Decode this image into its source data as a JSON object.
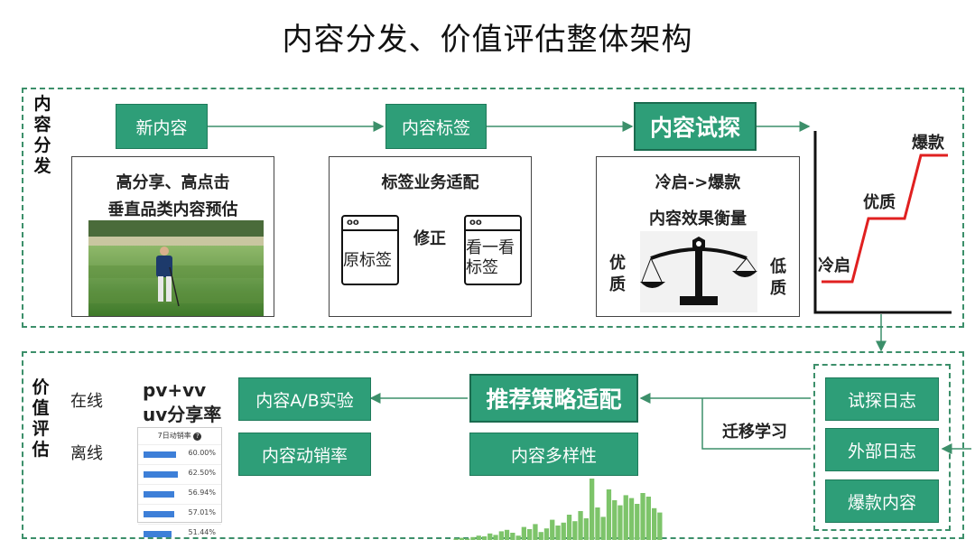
{
  "title": "内容分发、价值评估整体架构",
  "top_section": {
    "side_label": [
      "内",
      "容",
      "分",
      "发"
    ],
    "new_content": "新内容",
    "content_tag": "内容标签",
    "content_probe": "内容试探",
    "panel1": {
      "line1": "高分享、高点击",
      "line2": "垂直品类内容预估"
    },
    "panel2": {
      "title": "标签业务适配",
      "fix_label": "修正",
      "tag_left_header": "oo",
      "tag_left_text": "原标签",
      "tag_right_header": "oo",
      "tag_right_text": "看一看标签"
    },
    "panel3": {
      "line1": "冷启->爆款",
      "line2": "内容效果衡量",
      "left": [
        "优",
        "质"
      ],
      "right": [
        "低",
        "质"
      ]
    },
    "stairs": {
      "cold": "冷启",
      "quality": "优质",
      "hit": "爆款"
    }
  },
  "bottom_section": {
    "side_label": [
      "价",
      "值",
      "评",
      "估"
    ],
    "online": "在线",
    "offline": "离线",
    "metric_line1": "pv+vv",
    "metric_line2": "uv分享率",
    "table": {
      "header": "7日动销率",
      "rows": [
        {
          "value": 0.6,
          "label": "60.00%"
        },
        {
          "value": 0.625,
          "label": "62.50%"
        },
        {
          "value": 0.5694,
          "label": "56.94%"
        },
        {
          "value": 0.5701,
          "label": "57.01%"
        },
        {
          "value": 0.5144,
          "label": "51.44%"
        }
      ]
    },
    "ab_test": "内容A/B实验",
    "sell_rate": "内容动销率",
    "strategy": "推荐策略适配",
    "diversity": "内容多样性",
    "transfer": "迁移学习",
    "logs": [
      "试探日志",
      "外部日志",
      "爆款内容"
    ]
  },
  "diversity_bars": [
    2,
    3,
    2,
    4,
    6,
    5,
    9,
    7,
    12,
    14,
    10,
    6,
    18,
    15,
    22,
    11,
    16,
    28,
    20,
    24,
    35,
    26,
    40,
    30,
    85,
    45,
    32,
    70,
    55,
    48,
    62,
    58,
    50,
    65,
    60,
    44,
    38
  ]
}
